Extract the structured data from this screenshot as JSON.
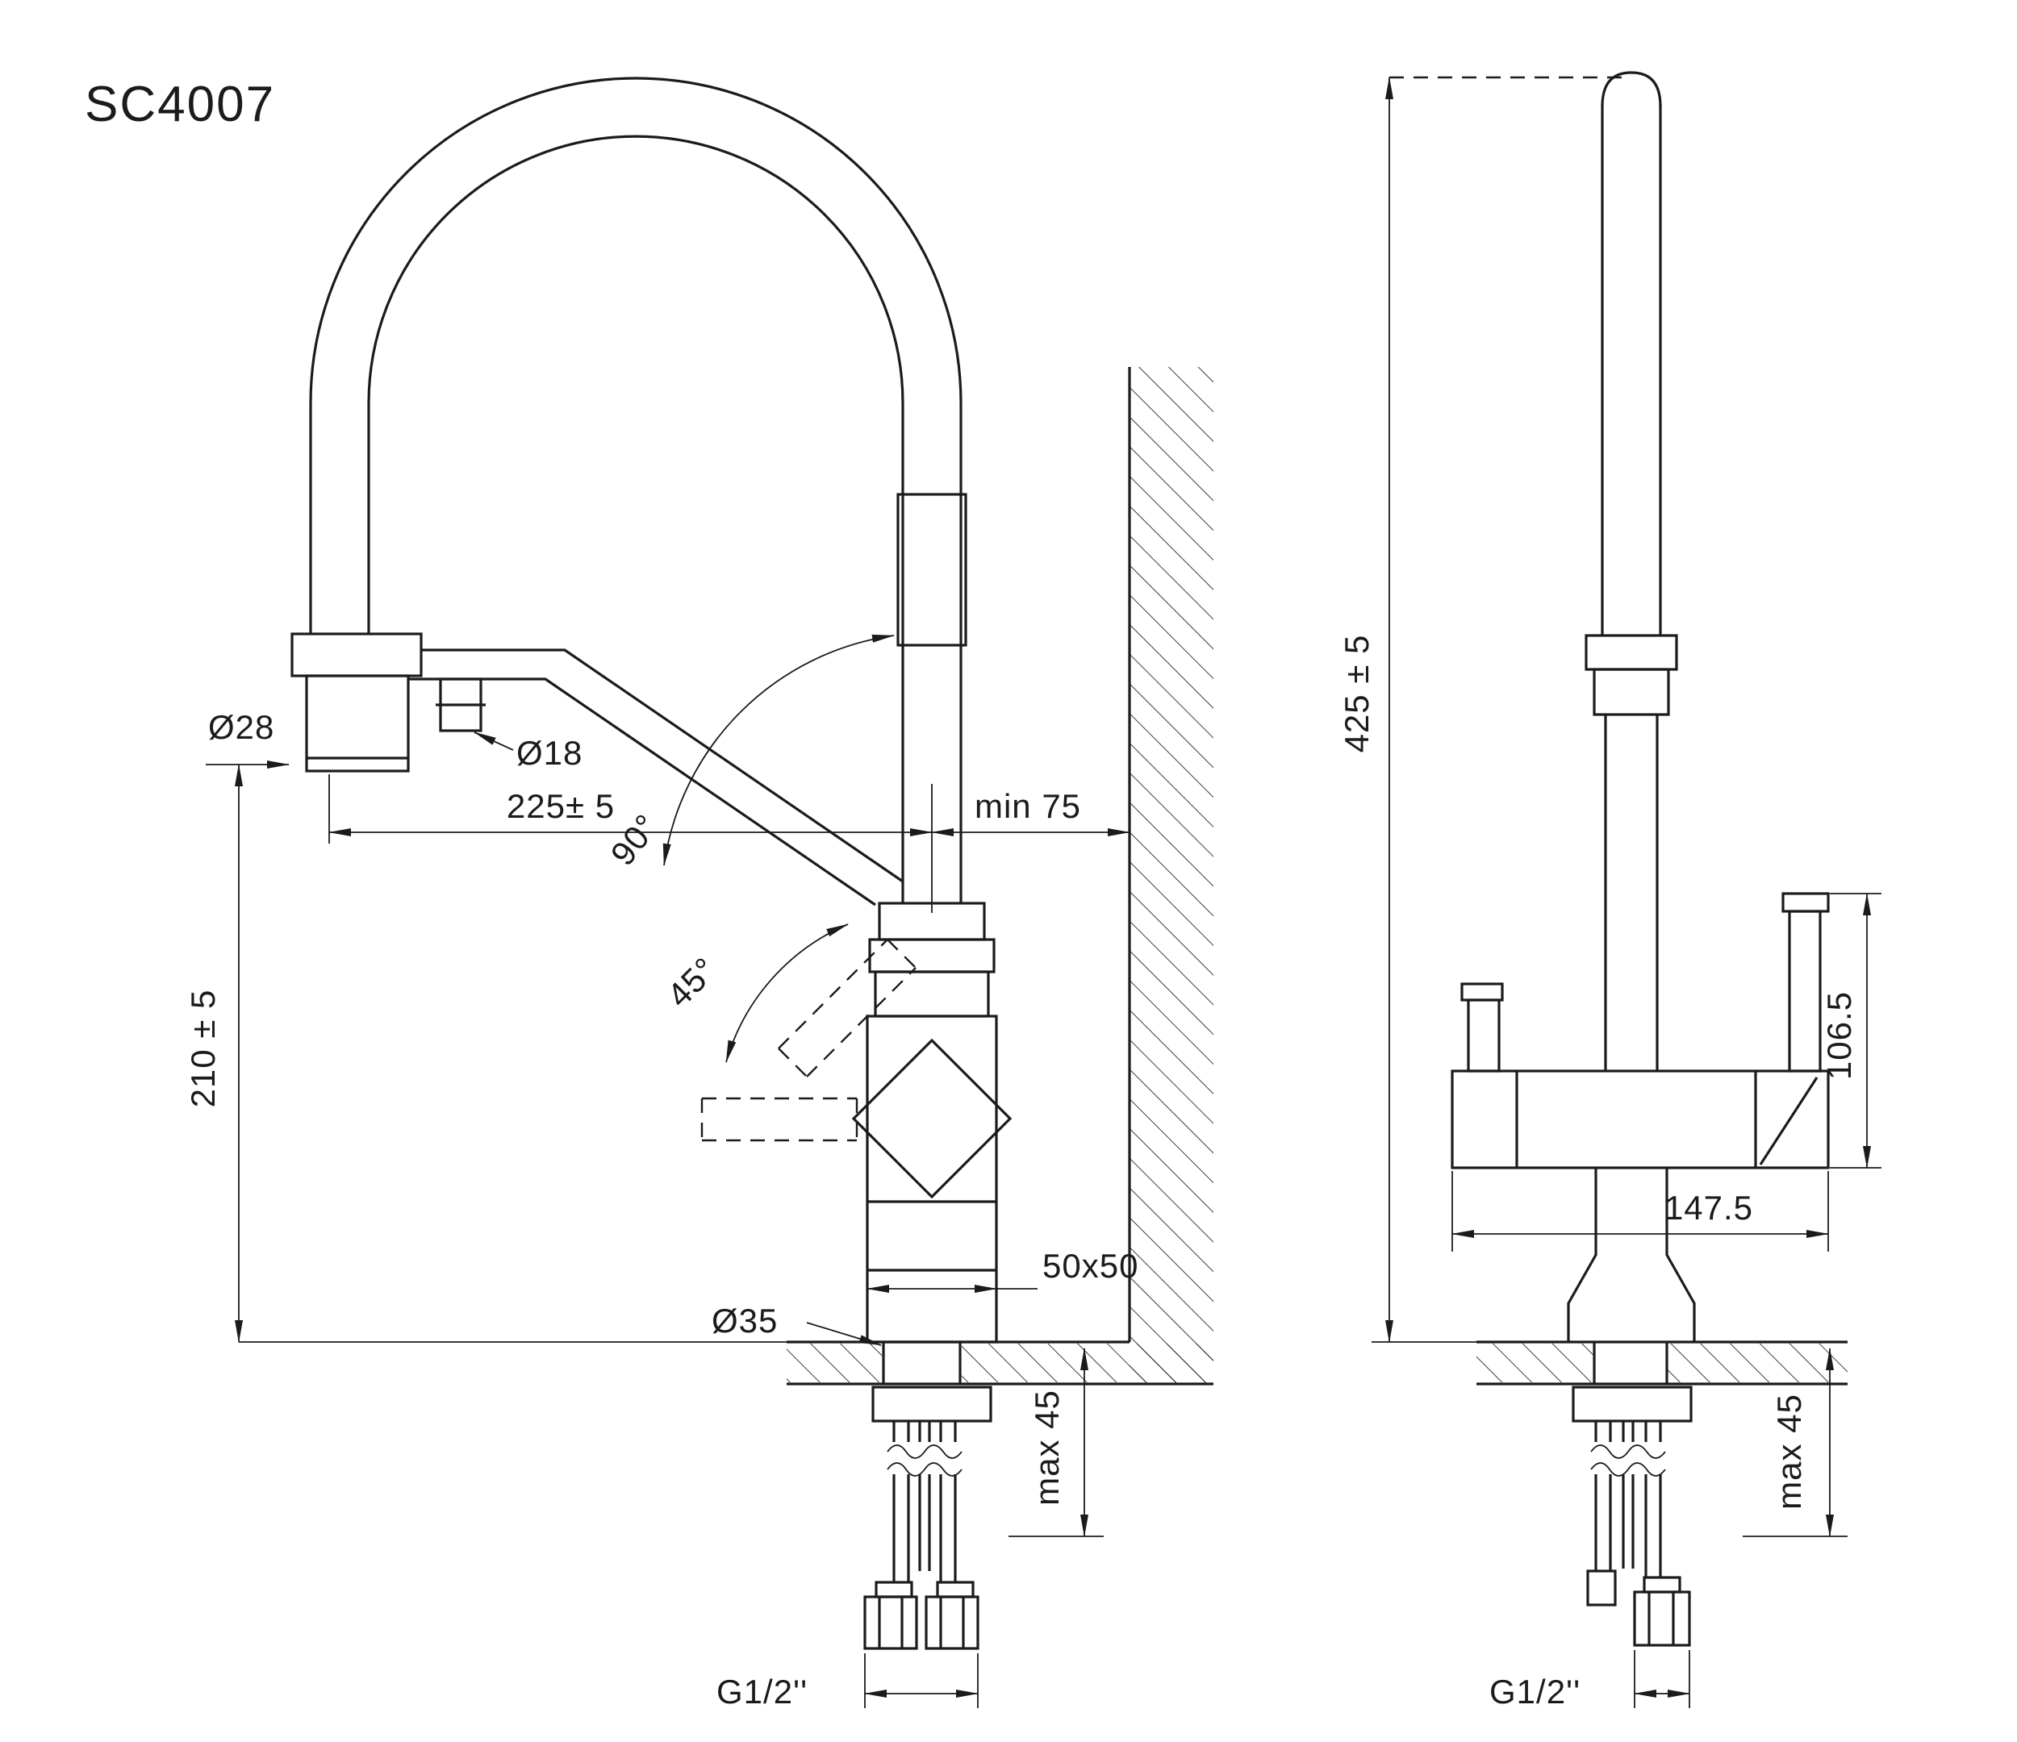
{
  "drawing": {
    "model": "SC4007",
    "side_view": {
      "dia_spout_head": "Ø28",
      "dia_nozzle": "Ø18",
      "reach": "225± 5",
      "wall_clearance": "min 75",
      "angle_swivel": "90°",
      "angle_handle": "45°",
      "height_spout": "210 ± 5",
      "dia_mount_hole": "Ø35",
      "body_section": "50x50",
      "deck_max": "max 45",
      "thread": "G1/2''"
    },
    "front_view": {
      "overall_height": "425 ± 5",
      "handle_height": "106.5",
      "body_width": "147.5",
      "deck_max": "max 45",
      "thread": "G1/2''"
    }
  }
}
